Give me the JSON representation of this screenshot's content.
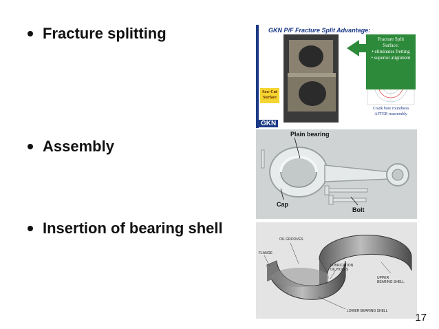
{
  "bullets": [
    {
      "text": "Fracture splitting"
    },
    {
      "text": "Assembly"
    },
    {
      "text": "Insertion of bearing shell"
    }
  ],
  "page_number": "17",
  "fracture_figure": {
    "title": "GKN P/F Fracture Split Advantage:",
    "callout_lines": [
      "Fracture Split",
      "Surface:",
      "• eliminates fretting",
      "• superior alignment"
    ],
    "saw_cut_label": "Saw Cut Surface",
    "crank_caption": "Crank bore roundness AFTER reassembly",
    "logo": "GKN"
  },
  "assembly_figure": {
    "plain_bearing": "Plain bearing",
    "cap": "Cap",
    "bolt": "Bolt"
  },
  "bearing_shell_figure": {
    "oil_grooves": "OIL GROOVES",
    "flange": "FLANGE",
    "lubrication_holes": "LUBRICATION OIL HOLES",
    "upper_shell": "UPPER BEARING SHELL",
    "lower_shell": "LOWER BEARING SHELL"
  }
}
